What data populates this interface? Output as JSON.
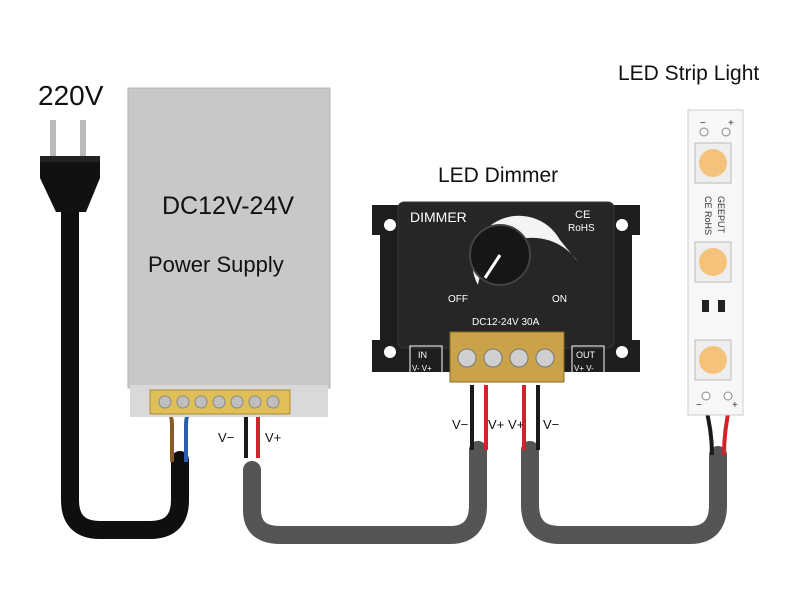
{
  "labels": {
    "mains_voltage": "220V",
    "psu_voltage": "DC12V-24V",
    "psu_name": "Power Supply",
    "dimmer_title": "LED Dimmer",
    "strip_title": "LED Strip Light"
  },
  "dimmer": {
    "brand": "DIMMER",
    "ce_mark": "CE",
    "rohs_mark": "RoHS",
    "off_label": "OFF",
    "on_label": "ON",
    "rating": "DC12-24V 30A",
    "in_label": "IN",
    "in_pins": "V- V+",
    "out_label": "OUT",
    "out_pins": "V+ V-"
  },
  "terminals": {
    "psu_vminus": "V−",
    "psu_vplus": "V+",
    "dim_in_vminus": "V−",
    "dim_in_vplus": "V+",
    "dim_out_vplus": "V+",
    "dim_out_vminus": "V−"
  },
  "strip": {
    "cert_text": "CE RoHS",
    "brand_text": "GEEPUT",
    "minus": "−",
    "plus": "+"
  },
  "colors": {
    "cable": "#555555",
    "cable_mains": "#0f0f0f",
    "wire_red": "#d2232a",
    "wire_black": "#1a1a1a",
    "wire_brown": "#8a5a2b",
    "wire_blue": "#2a5db0",
    "psu_body": "#c8c8c8",
    "dimmer_body": "#1e1e1e",
    "led_chip": "#f4c27a",
    "terminal_brass": "#c9a24a"
  }
}
